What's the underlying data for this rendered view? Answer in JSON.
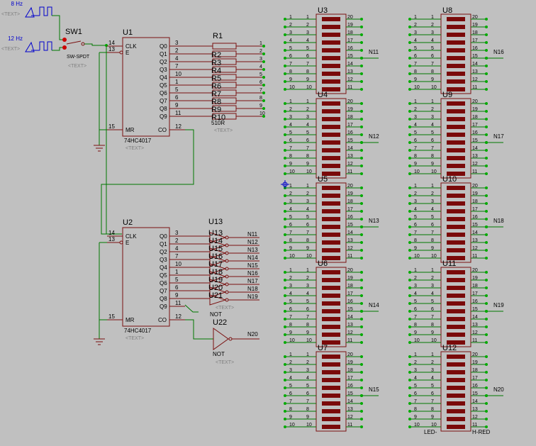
{
  "colors": {
    "background": "#c0c0c0",
    "wire": "#007700",
    "component": "#7a1010",
    "bar_fill": "#7a0a0a",
    "label": "#000000",
    "placeholder": "#808080",
    "generator": "#0000cc",
    "terminal_dot": "#00aa00",
    "switch_dot": "#cc0000"
  },
  "generators": [
    {
      "label": "8 Hz",
      "text": "<TEXT>"
    },
    {
      "label": "12 Hz",
      "text": "<TEXT>"
    }
  ],
  "switch": {
    "ref": "SW1",
    "type": "SW-SPDT",
    "text": "<TEXT>"
  },
  "counters": [
    {
      "ref": "U1",
      "part": "74HC4017",
      "text": "<TEXT>",
      "left_pins": [
        {
          "num": "14",
          "name": "CLK"
        },
        {
          "num": "13",
          "name": "E"
        },
        {
          "num": "15",
          "name": "MR"
        }
      ],
      "outputs": [
        {
          "name": "Q0",
          "pin": "3"
        },
        {
          "name": "Q1",
          "pin": "2"
        },
        {
          "name": "Q2",
          "pin": "4"
        },
        {
          "name": "Q3",
          "pin": "7"
        },
        {
          "name": "Q4",
          "pin": "10"
        },
        {
          "name": "Q5",
          "pin": "1"
        },
        {
          "name": "Q6",
          "pin": "5"
        },
        {
          "name": "Q7",
          "pin": "6"
        },
        {
          "name": "Q8",
          "pin": "9"
        },
        {
          "name": "Q9",
          "pin": "11"
        }
      ],
      "co": {
        "name": "CO",
        "pin": "12"
      }
    },
    {
      "ref": "U2",
      "part": "74HC4017",
      "text": "<TEXT>",
      "left_pins": [
        {
          "num": "14",
          "name": "CLK"
        },
        {
          "num": "13",
          "name": "E"
        },
        {
          "num": "15",
          "name": "MR"
        }
      ],
      "outputs": [
        {
          "name": "Q0",
          "pin": "3"
        },
        {
          "name": "Q1",
          "pin": "2"
        },
        {
          "name": "Q2",
          "pin": "4"
        },
        {
          "name": "Q3",
          "pin": "7"
        },
        {
          "name": "Q4",
          "pin": "10"
        },
        {
          "name": "Q5",
          "pin": "1"
        },
        {
          "name": "Q6",
          "pin": "5"
        },
        {
          "name": "Q7",
          "pin": "6"
        },
        {
          "name": "Q8",
          "pin": "9"
        },
        {
          "name": "Q9",
          "pin": "11"
        }
      ],
      "co": {
        "name": "CO",
        "pin": "12"
      }
    }
  ],
  "resistor_array": {
    "ref": "R1",
    "value": "510R",
    "text": "<TEXT>",
    "elements": [
      "R2",
      "R3",
      "R4",
      "R5",
      "R6",
      "R7",
      "R8",
      "R9",
      "R10"
    ],
    "pins": [
      "1",
      "2",
      "3",
      "4",
      "5",
      "6",
      "7",
      "8",
      "9",
      "10"
    ]
  },
  "not_gates": {
    "labels": [
      "U13",
      "U14",
      "U15",
      "U16",
      "U17",
      "U18",
      "U19",
      "U20",
      "U21"
    ],
    "nets": [
      "N11",
      "N12",
      "N13",
      "N14",
      "N15",
      "N16",
      "N17",
      "N18",
      "N19"
    ],
    "part": "NOT",
    "text": "<TEXT>"
  },
  "not_gate_single": {
    "ref": "U22",
    "part": "NOT",
    "text": "<TEXT>",
    "net": "N20"
  },
  "led_bargraphs": {
    "left_pins": [
      "1",
      "2",
      "3",
      "4",
      "5",
      "6",
      "7",
      "8",
      "9",
      "10"
    ],
    "inner_left": [
      "1",
      "2",
      "3",
      "4",
      "5",
      "6",
      "7",
      "8",
      "9",
      "10"
    ],
    "right_pins": [
      "20",
      "19",
      "18",
      "17",
      "16",
      "15",
      "14",
      "13",
      "12",
      "11"
    ],
    "part_label": "LED-BARGRAPH-RED",
    "visible_part_left": "LED-",
    "visible_part_right": "H-RED",
    "col_left": [
      {
        "ref": "U3",
        "net": "N11"
      },
      {
        "ref": "U4",
        "net": "N12"
      },
      {
        "ref": "U5",
        "net": "N13"
      },
      {
        "ref": "U6",
        "net": "N14"
      },
      {
        "ref": "U7",
        "net": "N15"
      }
    ],
    "col_right": [
      {
        "ref": "U8",
        "net": "N16"
      },
      {
        "ref": "U9",
        "net": "N17"
      },
      {
        "ref": "U10",
        "net": "N18"
      },
      {
        "ref": "U11",
        "net": "N19"
      },
      {
        "ref": "U12",
        "net": "N20"
      }
    ]
  }
}
